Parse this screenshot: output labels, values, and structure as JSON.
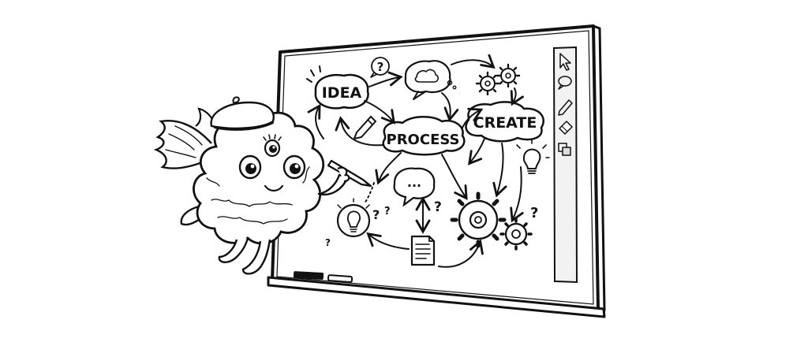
{
  "whiteboard": {
    "labels": {
      "idea": "IDEA",
      "process": "PROCESS",
      "create": "CREATE"
    },
    "question_mark": "?",
    "ellipsis": "...",
    "toolbar": {
      "tools": [
        {
          "icon": "cursor-arrow-icon"
        },
        {
          "icon": "speech-bubble-icon"
        },
        {
          "icon": "pen-icon"
        },
        {
          "icon": "eraser-icon"
        },
        {
          "icon": "layers-icon"
        }
      ]
    }
  },
  "colors": {
    "ink": "#111111",
    "paper": "#ffffff",
    "toolbar_bg": "#f2f2f2"
  }
}
